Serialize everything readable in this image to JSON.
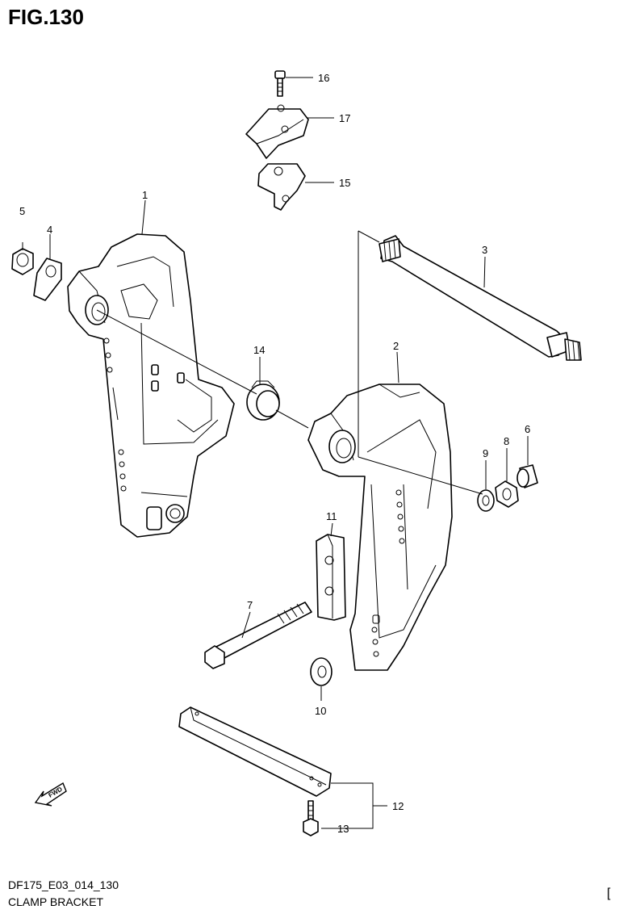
{
  "figure": {
    "title": "FIG.130",
    "code": "DF175_E03_014_130",
    "name": "CLAMP BRACKET",
    "corner_mark": "["
  },
  "fwd_arrow_label": "FWD",
  "callouts": [
    "1",
    "2",
    "3",
    "4",
    "5",
    "6",
    "7",
    "8",
    "9",
    "10",
    "11",
    "12",
    "13",
    "14",
    "15",
    "16",
    "17"
  ],
  "icons": {
    "fwd": "fwd-arrow-icon"
  }
}
